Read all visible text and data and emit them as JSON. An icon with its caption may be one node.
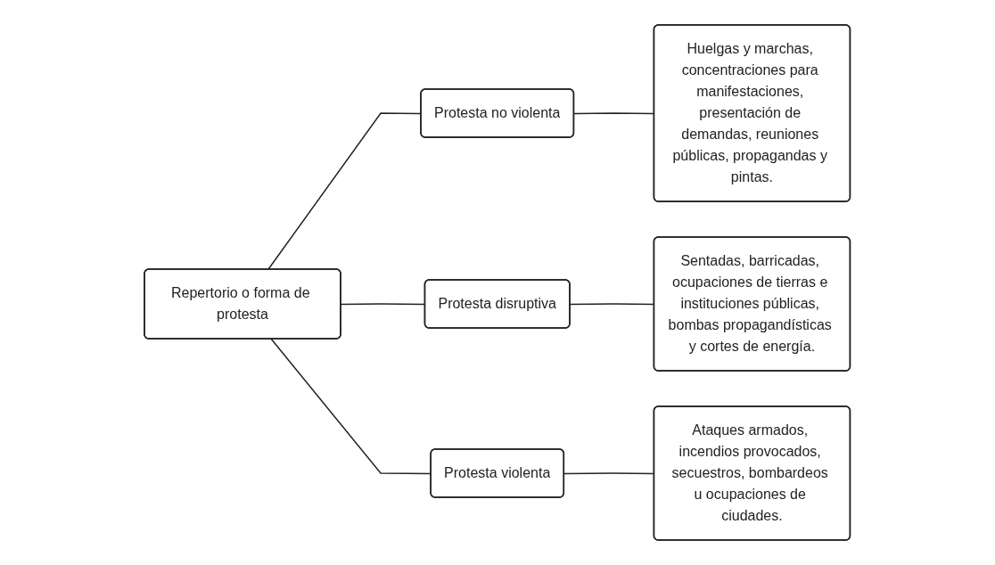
{
  "diagram": {
    "nodes": [
      {
        "text": [
          "Repertorio o forma de protesta"
        ]
      },
      {
        "text": [
          "Protesta no violenta"
        ]
      },
      {
        "text": [
          "Protesta disruptiva"
        ]
      },
      {
        "text": [
          "Protesta violenta"
        ]
      },
      {
        "text": [
          "Huelgas y marchas, concentraciones para manifestaciones, presentación de demandas, reuniones públicas, propagandas y pintas."
        ]
      },
      {
        "text": [
          "Sentadas, barricadas, ocupaciones de tierras e instituciones públicas, bombas propagandísticas y cortes de energía."
        ]
      },
      {
        "text": [
          "Ataques armados, incendios provocados, secuestros, bombardeos u ocupaciones de ciudades."
        ]
      }
    ],
    "edges": [
      {
        "from": 0,
        "to": 1,
        "arrow": "none"
      },
      {
        "from": 0,
        "to": 2,
        "arrow": "none"
      },
      {
        "from": 0,
        "to": 3,
        "arrow": "none"
      },
      {
        "from": 1,
        "to": 4,
        "arrow": "none"
      },
      {
        "from": 2,
        "to": 5,
        "arrow": "none"
      },
      {
        "from": 3,
        "to": 6,
        "arrow": "none"
      }
    ]
  }
}
